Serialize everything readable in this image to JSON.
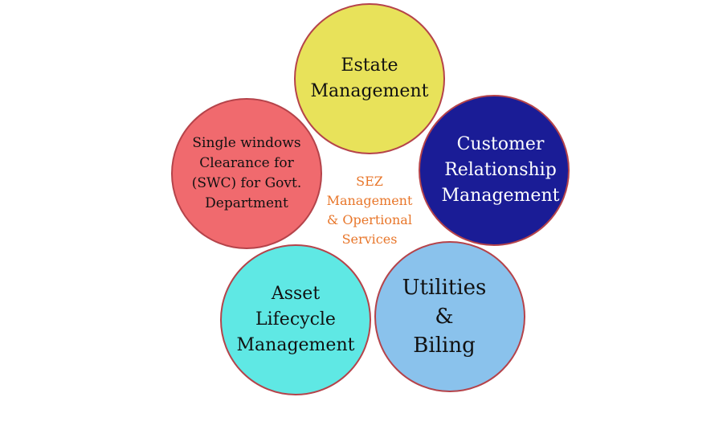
{
  "diagram": {
    "center": {
      "text": "SEZ\nManagement\n& Opertional\nServices",
      "color": "#e8762a"
    },
    "nodes": [
      {
        "id": "estate",
        "text": "Estate\nManagement",
        "fill": "#e8e25a"
      },
      {
        "id": "crm",
        "text": "Customer\nRelationship\nManagement",
        "fill": "#1a1c96"
      },
      {
        "id": "swc",
        "text": "Single windows\nClearance for\n(SWC) for Govt.\nDepartment",
        "fill": "#f06a6e"
      },
      {
        "id": "asset",
        "text": "Asset\nLifecycle\nManagement",
        "fill": "#5fe8e4"
      },
      {
        "id": "utilities",
        "text": "Utilities\n&\nBiling",
        "fill": "#8ac2ec"
      }
    ]
  }
}
